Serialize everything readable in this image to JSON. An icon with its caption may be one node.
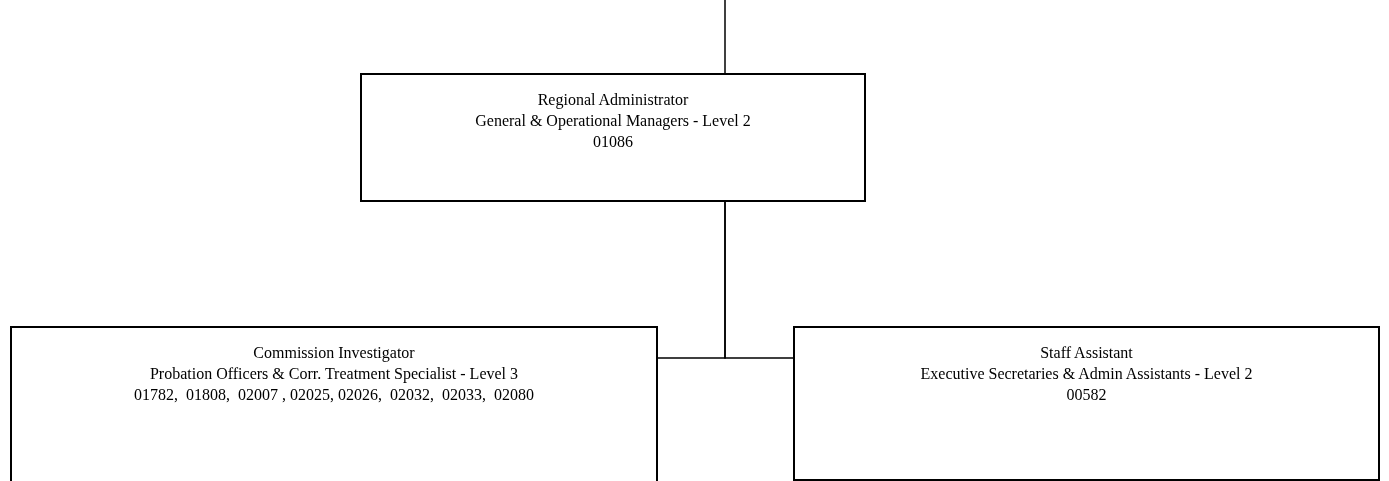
{
  "diagram": {
    "nodes": [
      {
        "text": [
          "Regional Administrator",
          "General & Operational Managers - Level 2",
          "01086"
        ]
      },
      {
        "text": [
          "Commission Investigator",
          "Probation Officers & Corr. Treatment Specialist - Level 3",
          "01782,  01808,  02007 , 02025, 02026,  02032,  02033,  02080"
        ]
      },
      {
        "text": [
          "Staff Assistant",
          "Executive Secretaries & Admin Assistants - Level 2",
          "00582"
        ]
      }
    ],
    "edges": [
      {
        "from": null,
        "to": 0,
        "arrow": "none"
      },
      {
        "from": 0,
        "to": 1,
        "arrow": "none"
      },
      {
        "from": 0,
        "to": 2,
        "arrow": "none"
      }
    ]
  }
}
